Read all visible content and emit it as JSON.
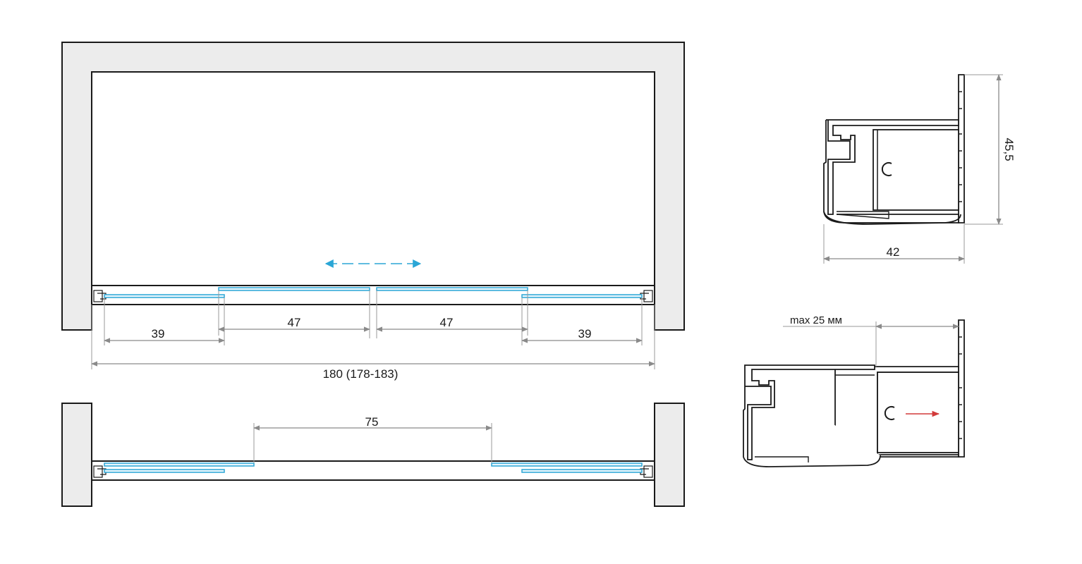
{
  "front_view": {
    "dim_left_panel": "39",
    "dim_left_door": "47",
    "dim_right_door": "47",
    "dim_right_panel": "39",
    "dim_total": "180 (178-183)"
  },
  "open_view": {
    "dim_opening": "75"
  },
  "profile_top": {
    "dim_height": "45,5",
    "dim_width": "42"
  },
  "profile_bottom": {
    "dim_adjust": "max 25 мм"
  },
  "colors": {
    "glass": "#2aa6d6",
    "wall_fill": "#ececec",
    "line": "#1a1a1a",
    "dimension": "#8a8a8a",
    "adjust_arrow": "#d23a3a"
  }
}
